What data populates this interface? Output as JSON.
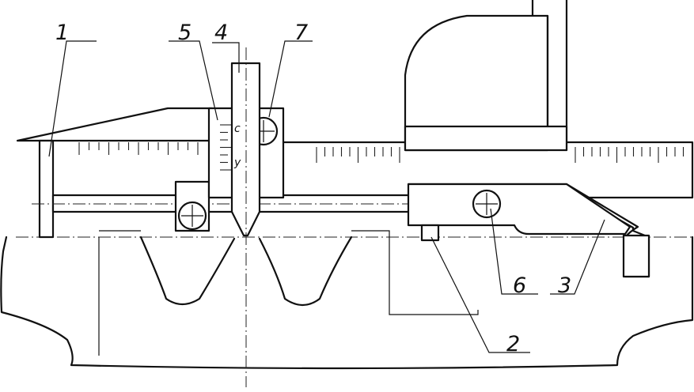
{
  "labels": {
    "part1": "1",
    "part2": "2",
    "part3": "3",
    "part4": "4",
    "part5": "5",
    "part6": "6",
    "part7": "7"
  },
  "scale_marks": {
    "upper": "с",
    "lower": "у"
  }
}
